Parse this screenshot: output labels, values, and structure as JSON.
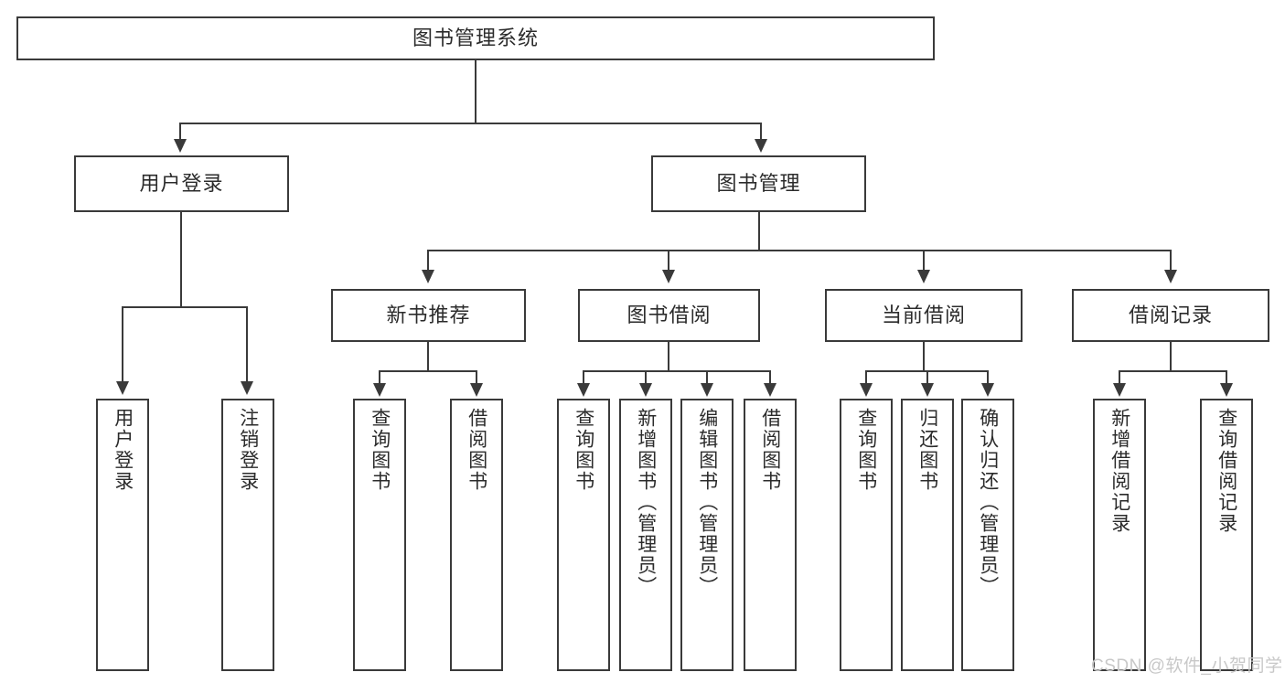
{
  "diagram": {
    "title": "图书管理系统",
    "type": "tree-hierarchy-diagram",
    "root": {
      "label": "图书管理系统"
    },
    "level2": [
      {
        "label": "用户登录"
      },
      {
        "label": "图书管理"
      }
    ],
    "level3": [
      {
        "label": "新书推荐"
      },
      {
        "label": "图书借阅"
      },
      {
        "label": "当前借阅"
      },
      {
        "label": "借阅记录"
      }
    ],
    "leaves": {
      "user_login": [
        {
          "label": "用户登录"
        },
        {
          "label": "注销登录"
        }
      ],
      "new_book_recommend": [
        {
          "label": "查询图书"
        },
        {
          "label": "借阅图书"
        }
      ],
      "book_borrow": [
        {
          "label": "查询图书"
        },
        {
          "label": "新增图书（管理员）"
        },
        {
          "label": "编辑图书（管理员）"
        },
        {
          "label": "借阅图书"
        }
      ],
      "current_borrow": [
        {
          "label": "查询图书"
        },
        {
          "label": "归还图书"
        },
        {
          "label": "确认归还（管理员）"
        }
      ],
      "borrow_record": [
        {
          "label": "新增借阅记录"
        },
        {
          "label": "查询借阅记录"
        }
      ]
    }
  },
  "watermark": {
    "text": "CSDN @软件_小贺同学"
  },
  "colors": {
    "stroke": "#3a3a3a",
    "text": "#2b2b2b",
    "background": "#ffffff",
    "watermark": "#c8c8c8"
  }
}
